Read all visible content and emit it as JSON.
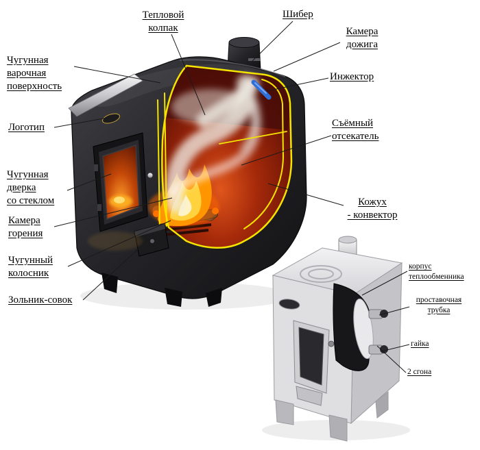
{
  "diagram": {
    "type": "stove-cutaway-technical-diagram",
    "main_labels": {
      "thermal_hood": "Тепловой\nколпак",
      "damper": "Шибер",
      "afterburn_chamber": "Камера\nдожига",
      "injector": "Инжектор",
      "removable_baffle": "Съёмный\nотсекатель",
      "convector_casing": "Кожух\n- конвектор",
      "cast_iron_cooktop": "Чугунная\nварочная\nповерхность",
      "logo": "Логотип",
      "cast_iron_door": "Чугунная\nдверка\nсо стеклом",
      "combustion_chamber": "Камера\nгорения",
      "cast_iron_grate": "Чугунный\nколосник",
      "ash_pan": "Зольник-совок"
    },
    "secondary_labels": {
      "heat_exchanger_body": "корпус\nтеплообменника",
      "spacer_tube": "проставочная\nтрубка",
      "nut": "гайка",
      "two_fittings": "2 сгона"
    },
    "colors": {
      "background": "#ffffff",
      "cutaway_outline_yellow": "#f4e400",
      "fire_orange": "#ff9500",
      "injector_blue": "#2f6fd8",
      "main_body_dark": "#232327",
      "secondary_body_gray": "#dfdfe2",
      "label_text": "#000000"
    }
  }
}
